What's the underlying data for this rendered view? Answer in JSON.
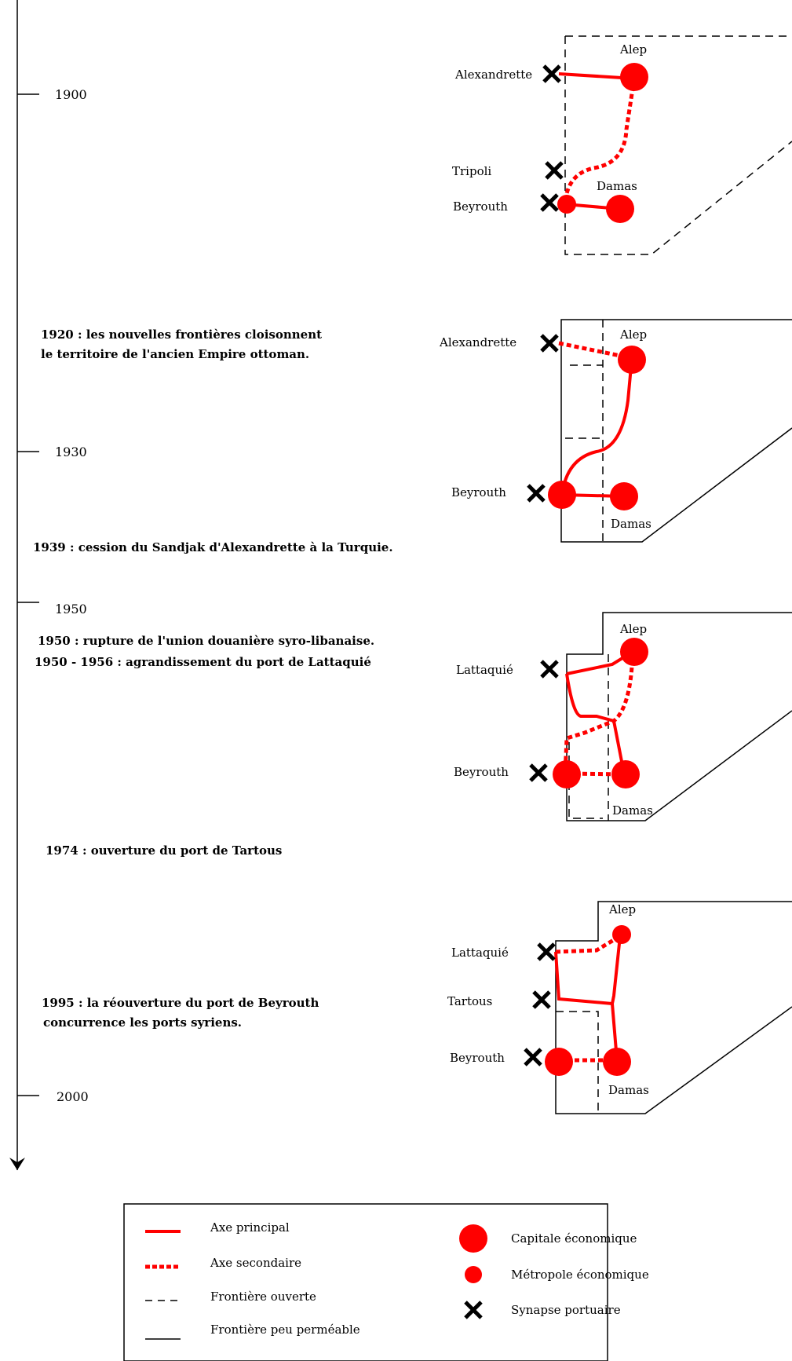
{
  "timeline": {
    "ticks": [
      {
        "id": "y1900",
        "label": "1900"
      },
      {
        "id": "y1930",
        "label": "1930"
      },
      {
        "id": "y1950",
        "label": "1950"
      },
      {
        "id": "y2000",
        "label": "2000"
      }
    ],
    "events": {
      "e1920a": "1920 : les nouvelles frontières cloisonnent",
      "e1920b": "le territoire de  l'ancien Empire ottoman.",
      "e1939": "1939 : cession du Sandjak d'Alexandrette à la Turquie.",
      "e1950a": "1950 : rupture de l'union douanière syro-libanaise.",
      "e1950b": "1950 - 1956 :  agrandissement du port de Lattaquié",
      "e1974": "1974 : ouverture du port de Tartous",
      "e1995a": "1995 : la réouverture du port de Beyrouth",
      "e1995b": " concurrence  les ports syriens."
    }
  },
  "maps": {
    "m1": {
      "alep": "Alep",
      "alexandrette": "Alexandrette",
      "tripoli": "Tripoli",
      "damas": "Damas",
      "beyrouth": "Beyrouth"
    },
    "m2": {
      "alep": "Alep",
      "alexandrette": "Alexandrette",
      "beyrouth": "Beyrouth",
      "damas": "Damas"
    },
    "m3": {
      "alep": "Alep",
      "lattaquie": "Lattaquié",
      "beyrouth": "Beyrouth",
      "damas": "Damas"
    },
    "m4": {
      "alep": "Alep",
      "lattaquie": "Lattaquié",
      "tartous": "Tartous",
      "beyrouth": "Beyrouth",
      "damas": "Damas"
    }
  },
  "legend": {
    "axe_principal": "Axe principal",
    "axe_secondaire": "Axe secondaire",
    "frontiere_ouverte": "Frontière ouverte",
    "frontiere_peu": "Frontière peu perméable",
    "capitale": "Capitale économique",
    "metropole": "Métropole économique",
    "synapse": "Synapse portuaire"
  },
  "colors": {
    "axis": "#ff0000",
    "border": "#000000",
    "city": "#ff0000"
  }
}
